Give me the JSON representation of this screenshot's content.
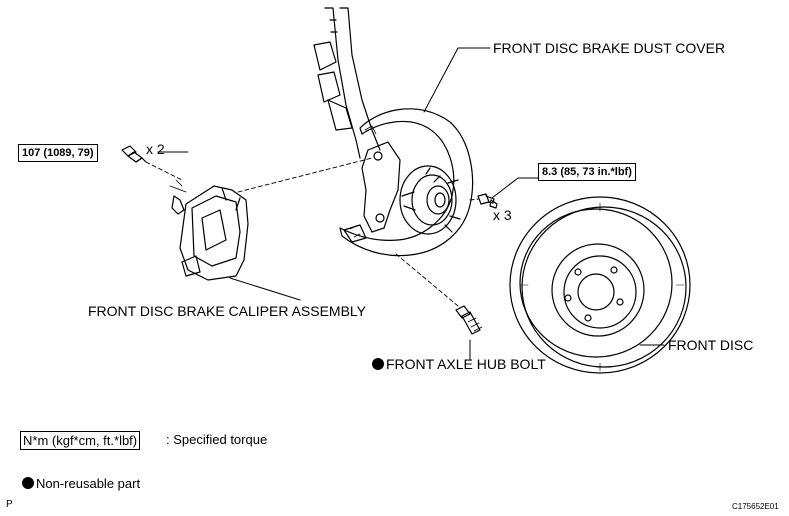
{
  "labels": {
    "dust_cover": "FRONT DISC BRAKE DUST COVER",
    "caliper": "FRONT DISC BRAKE CALIPER ASSEMBLY",
    "hub_bolt": "FRONT AXLE HUB BOLT",
    "front_disc": "FRONT DISC"
  },
  "torques": {
    "caliper_bolt": "107 (1089, 79)",
    "caliper_qty": "x 2",
    "cover_bolt": "8.3 (85, 73 in.*lbf)",
    "cover_qty": "x 3"
  },
  "legend": {
    "torque_unit": "N*m (kgf*cm, ft.*lbf)",
    "torque_desc": ": Specified torque",
    "non_reusable": "Non-reusable part"
  },
  "footer": {
    "left_code": "P",
    "figure_code": "C175652E01"
  }
}
